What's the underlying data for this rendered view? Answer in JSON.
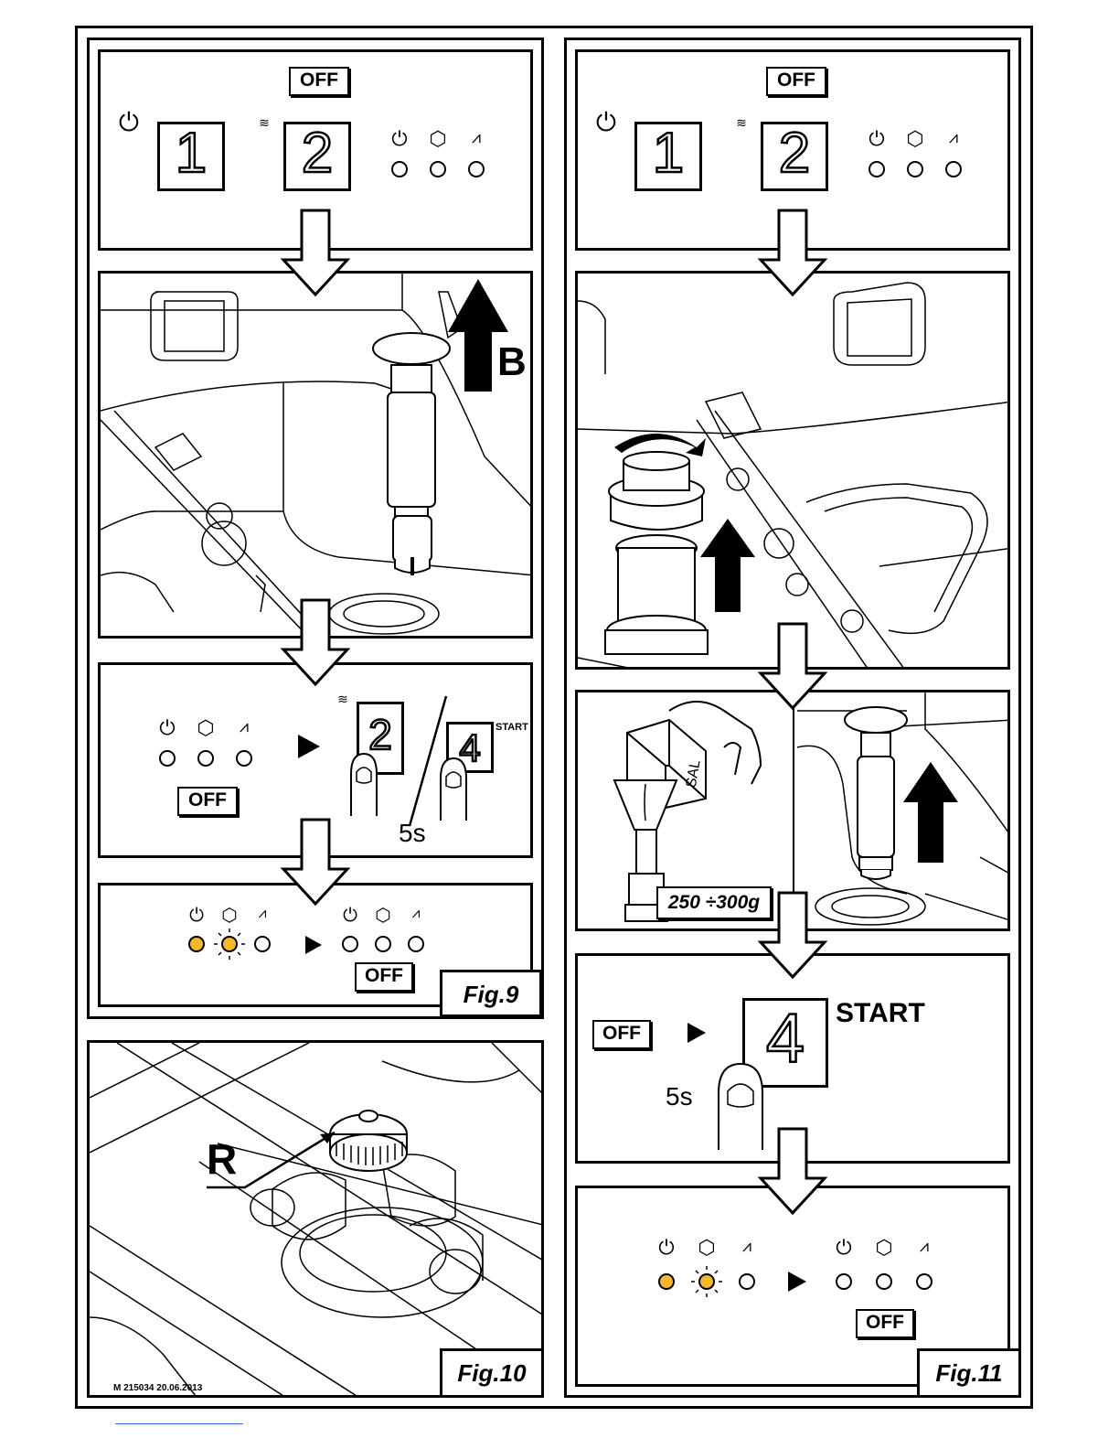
{
  "panel_texts": {
    "off": "OFF",
    "key1": "1",
    "key2": "2",
    "key4": "4",
    "start_small": "START",
    "start_large": "START",
    "time_5s": "5s",
    "label_b": "B",
    "label_r": "R",
    "salt_box": "SAL",
    "salt_amount": "250 ÷300g"
  },
  "figures": {
    "fig9": "Fig.9",
    "fig10": "Fig.10",
    "fig11": "Fig.11"
  },
  "doc_code": "M 215034 20.06.2013",
  "icons": [
    "power-icon",
    "water-level-icon",
    "cube-icon",
    "heater-icon",
    "arrow-down-icon",
    "arrow-up-icon",
    "triangle-right-icon",
    "finger-icon"
  ],
  "colors": {
    "led_on": "#f5b82e",
    "line": "#000000"
  }
}
